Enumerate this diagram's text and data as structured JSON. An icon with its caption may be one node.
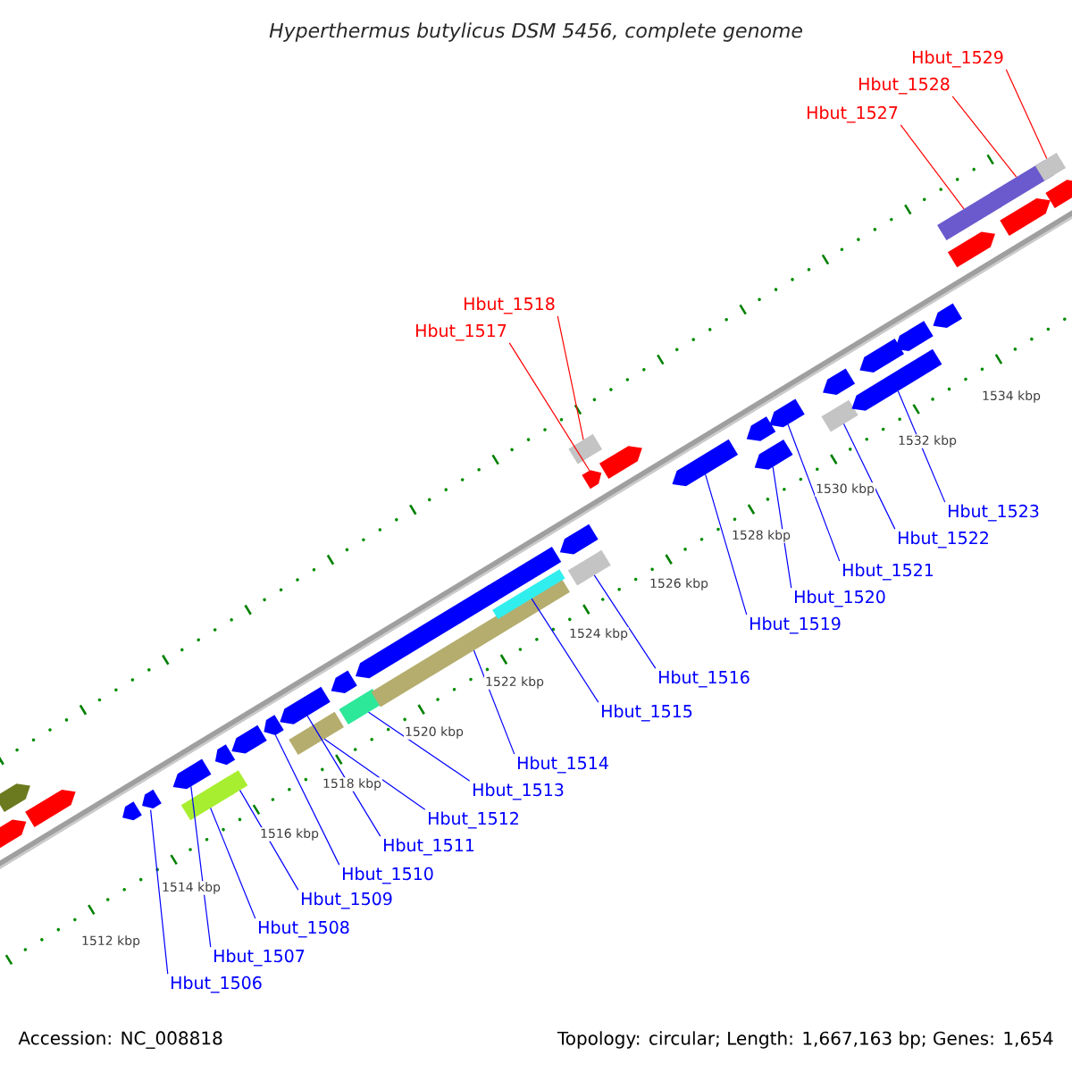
{
  "diagram": {
    "title": "Hyperthermus butylicus DSM 5456, complete genome",
    "nodes": [
      {
        "text": [
          "Hbut_1506"
        ]
      },
      {
        "text": [
          "Hbut_1507"
        ]
      },
      {
        "text": [
          "Hbut_1508"
        ]
      },
      {
        "text": [
          "Hbut_1509"
        ]
      },
      {
        "text": [
          "Hbut_1510"
        ]
      },
      {
        "text": [
          "Hbut_1511"
        ]
      },
      {
        "text": [
          "Hbut_1512"
        ]
      },
      {
        "text": [
          "Hbut_1513"
        ]
      },
      {
        "text": [
          "Hbut_1514"
        ]
      },
      {
        "text": [
          "Hbut_1515"
        ]
      },
      {
        "text": [
          "Hbut_1516"
        ]
      },
      {
        "text": [
          "Hbut_1517"
        ]
      },
      {
        "text": [
          "Hbut_1518"
        ]
      },
      {
        "text": [
          "Hbut_1519"
        ]
      },
      {
        "text": [
          "Hbut_1520"
        ]
      },
      {
        "text": [
          "Hbut_1521"
        ]
      },
      {
        "text": [
          "Hbut_1522"
        ]
      },
      {
        "text": [
          "Hbut_1523"
        ]
      },
      {
        "text": [
          "Hbut_1527"
        ]
      },
      {
        "text": [
          "Hbut_1528"
        ]
      },
      {
        "text": [
          "Hbut_1529"
        ]
      },
      {
        "text": [],
        "shape": "arrow"
      },
      {
        "text": [],
        "shape": "arrow"
      },
      {
        "text": [],
        "shape": "arrow"
      },
      {
        "text": [],
        "shape": "arrow"
      },
      {
        "text": [],
        "shape": "arrow"
      },
      {
        "text": [],
        "shape": "arrow"
      },
      {
        "text": [],
        "shape": "box"
      },
      {
        "text": [],
        "shape": "arrow"
      },
      {
        "text": [],
        "shape": "box"
      },
      {
        "text": [],
        "shape": "arrow"
      },
      {
        "text": [],
        "shape": "arrow"
      },
      {
        "text": [],
        "shape": "arrow"
      },
      {
        "text": [],
        "shape": "box"
      },
      {
        "text": [],
        "shape": "arrow"
      },
      {
        "text": [],
        "shape": "box"
      },
      {
        "text": [],
        "shape": "arrow"
      },
      {
        "text": [],
        "shape": "box"
      },
      {
        "text": [],
        "shape": "arrow"
      },
      {
        "text": [],
        "shape": "box"
      },
      {
        "text": [],
        "shape": "arrow"
      },
      {
        "text": [],
        "shape": "box"
      },
      {
        "text": [],
        "shape": "box"
      },
      {
        "text": [],
        "shape": "arrow"
      },
      {
        "text": [],
        "shape": "arrow"
      },
      {
        "text": [],
        "shape": "arrow"
      },
      {
        "text": [],
        "shape": "arrow"
      },
      {
        "text": [],
        "shape": "arrow"
      },
      {
        "text": [],
        "shape": "arrow"
      },
      {
        "text": [],
        "shape": "arrow"
      },
      {
        "text": [],
        "shape": "box"
      },
      {
        "text": [],
        "shape": "arrow"
      },
      {
        "text": [],
        "shape": "arrow"
      },
      {
        "text": [],
        "shape": "arrow"
      },
      {
        "text": [],
        "shape": "arrow"
      },
      {
        "text": [],
        "shape": "box"
      },
      {
        "text": [],
        "shape": "arrow"
      },
      {
        "text": [],
        "shape": "box"
      },
      {
        "text": [],
        "shape": "arrow"
      },
      {
        "text": [],
        "shape": "box"
      },
      {
        "text": [],
        "shape": "arrow"
      }
    ],
    "edges": [
      {
        "from": 0,
        "to": 25,
        "arrow": "none"
      },
      {
        "from": 1,
        "to": 26,
        "arrow": "none"
      },
      {
        "from": 2,
        "to": 27,
        "arrow": "none"
      },
      {
        "from": 3,
        "to": 29,
        "arrow": "none"
      },
      {
        "from": 4,
        "to": 31,
        "arrow": "none"
      },
      {
        "from": 5,
        "to": 32,
        "arrow": "none"
      },
      {
        "from": 6,
        "to": 33,
        "arrow": "none"
      },
      {
        "from": 7,
        "to": 35,
        "arrow": "none"
      },
      {
        "from": 8,
        "to": 37,
        "arrow": "none"
      },
      {
        "from": 9,
        "to": 39,
        "arrow": "none"
      },
      {
        "from": 10,
        "to": 42,
        "arrow": "none"
      },
      {
        "from": 11,
        "to": 43,
        "arrow": "none",
        "color": "#ff0000"
      },
      {
        "from": 12,
        "to": 41,
        "arrow": "none",
        "color": "#ff0000"
      },
      {
        "from": 13,
        "to": 45,
        "arrow": "none"
      },
      {
        "from": 14,
        "to": 47,
        "arrow": "none"
      },
      {
        "from": 15,
        "to": 48,
        "arrow": "none"
      },
      {
        "from": 16,
        "to": 50,
        "arrow": "none"
      },
      {
        "from": 17,
        "to": 52,
        "arrow": "none"
      },
      {
        "from": 18,
        "to": 55,
        "arrow": "none",
        "color": "#ff0000"
      },
      {
        "from": 19,
        "to": 57,
        "arrow": "none",
        "color": "#ff0000"
      },
      {
        "from": 20,
        "to": 59,
        "arrow": "none",
        "color": "#ff0000"
      }
    ],
    "labels": [
      "1512 kbp",
      "1514 kbp",
      "1516 kbp",
      "1518 kbp",
      "1520 kbp",
      "1522 kbp",
      "1524 kbp",
      "1526 kbp",
      "1528 kbp",
      "1530 kbp",
      "1532 kbp",
      "1534 kbp",
      "Accession: NC_008818",
      "Topology: circular; Length: 1,667,163 bp; Genes: 1,654"
    ]
  }
}
